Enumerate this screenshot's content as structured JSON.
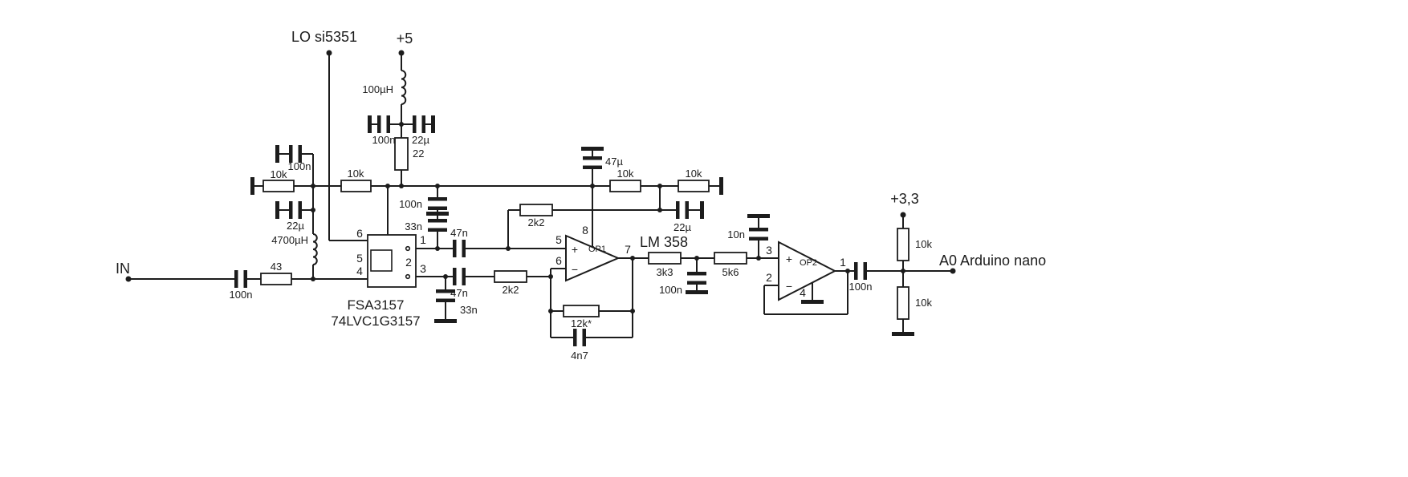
{
  "labels": {
    "lo": "LO si5351",
    "plus5": "+5",
    "in": "IN",
    "lm358": "LM 358",
    "a0": "A0 Arduino nano",
    "plus33": "+3,3",
    "ic_name_line1": "FSA3157",
    "ic_name_line2": "74LVC1G3157",
    "op1": "OP1",
    "op2": "OP2"
  },
  "values": {
    "ind_psu": "100µH",
    "cap_psu_100n": "100n",
    "cap_psu_22u": "22µ",
    "res_psu_22": "22",
    "cap_bias_100n": "100n",
    "res_bias_10k": "10k",
    "cap_bias_22u": "22µ",
    "res_rail_10k": "10k",
    "cap_in_100n": "100n",
    "res_in_43": "43",
    "ind_bias": "4700µH",
    "cap_vcc_100n": "100n",
    "cap_vcc_33n": "33n",
    "cap_top_47n": "47n",
    "cap_bot_47n": "47n",
    "cap_bot_33n": "33n",
    "res_top_2k2": "2k2",
    "res_bot_2k2": "2k2",
    "cap_47u": "47µ",
    "res_op1bias_10k_1": "10k",
    "res_op1bias_10k_2": "10k",
    "cap_op1bias_22u": "22µ",
    "res_fb_12k": "12k*",
    "cap_fb_4n7": "4n7",
    "res_3k3": "3k3",
    "res_5k6": "5k6",
    "cap_lpf_100n": "100n",
    "cap_lpf_10n": "10n",
    "cap_out_100n": "100n",
    "res_div_top": "10k",
    "res_div_bot": "10k"
  },
  "pins": {
    "sw": {
      "p6": "6",
      "p5": "5",
      "p4": "4",
      "p1": "1",
      "p2": "2",
      "p3": "3"
    },
    "op1": {
      "p5": "5",
      "p6": "6",
      "p7": "7",
      "p8": "8",
      "plus": "+",
      "minus": "−"
    },
    "op2": {
      "p3": "3",
      "p2": "2",
      "p1": "1",
      "p4": "4",
      "plus": "+",
      "minus": "−"
    }
  },
  "colors": {
    "ink": "#1c1c1c",
    "background": "#ffffff"
  }
}
